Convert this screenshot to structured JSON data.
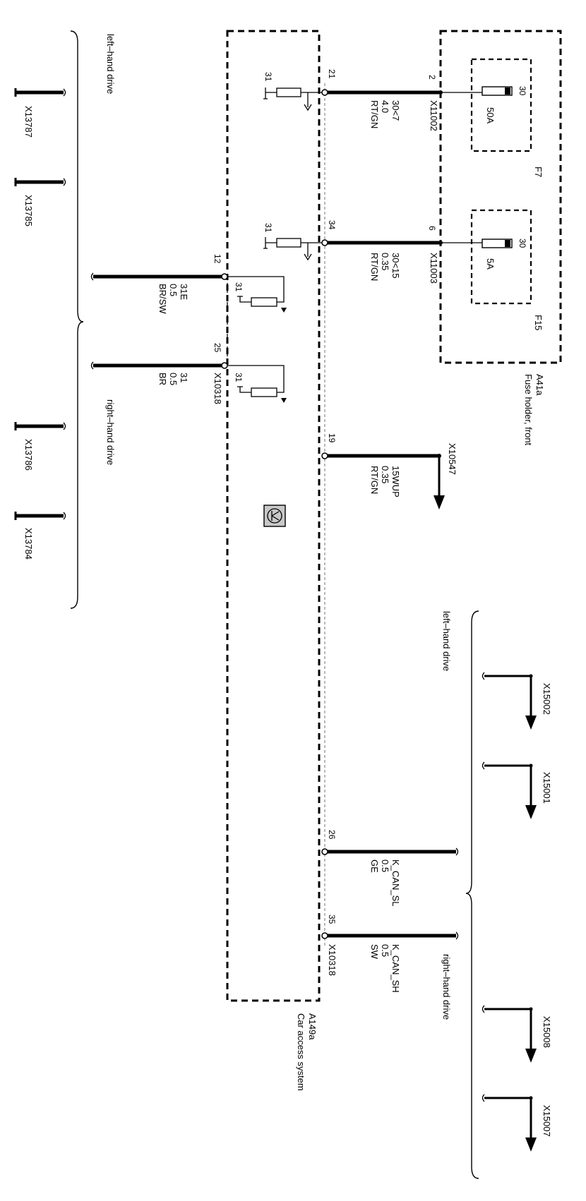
{
  "fuse_holder": {
    "id": "A41a",
    "name": "Fuse holder, front",
    "fuses": [
      {
        "id": "F7",
        "rating": "50A",
        "pin": "30"
      },
      {
        "id": "F15",
        "rating": "5A",
        "pin": "30"
      }
    ]
  },
  "car_access_system": {
    "id": "A149a",
    "name": "Car access system",
    "connector": "X10318",
    "ground": "31"
  },
  "wires": [
    {
      "key": "w1",
      "pin_module": "21",
      "pin_fuse": "2",
      "connector": "X11002",
      "signal": "30<7",
      "size": "4.0",
      "color": "RT/GN"
    },
    {
      "key": "w2",
      "pin_module": "34",
      "pin_fuse": "6",
      "connector": "X11003",
      "signal": "30<15",
      "size": "0.35",
      "color": "RT/GN"
    },
    {
      "key": "w3",
      "pin_module": "19",
      "connector": "X10547",
      "signal": "15WUP",
      "size": "0.35",
      "color": "RT/GN"
    },
    {
      "key": "w4",
      "pin_module": "26",
      "signal": "K_CAN_SL",
      "size": "0.5",
      "color": "GE"
    },
    {
      "key": "w5",
      "pin_module": "35",
      "connector": "X10318",
      "signal": "K_CAN_SH",
      "size": "0.5",
      "color": "SW"
    },
    {
      "key": "g1",
      "pin_module": "12",
      "signal": "31E",
      "size": "0.5",
      "color": "BR/SW"
    },
    {
      "key": "g2",
      "pin_module": "25",
      "connector": "X10318",
      "signal": "31",
      "size": "0.5",
      "color": "BR"
    }
  ],
  "ground_options": {
    "left_label": "left–hand drive",
    "right_label": "right–hand drive",
    "left": [
      "X13787",
      "X13785"
    ],
    "right": [
      "X13786",
      "X13784"
    ]
  },
  "can_options": {
    "left_label": "left–hand drive",
    "right_label": "right–hand drive",
    "left": [
      "X15002",
      "X15001"
    ],
    "right": [
      "X15008",
      "X15007"
    ]
  }
}
